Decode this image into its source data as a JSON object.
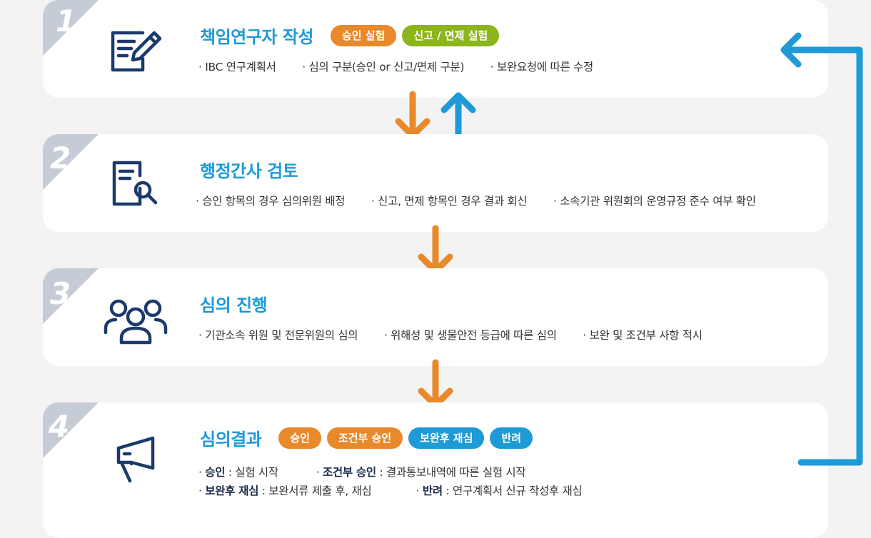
{
  "steps": [
    {
      "number": "1",
      "title": "책임연구자 작성",
      "tags": [
        "승인 실험",
        "신고 / 면제 실험"
      ],
      "bullets": [
        "· IBC 연구계획서",
        "· 심의 구분(승인 or 신고/면제 구분)",
        "· 보완요청에 따른 수정"
      ]
    },
    {
      "number": "2",
      "title": "행정간사 검토",
      "bullets": [
        "· 승인 항목의 경우 심의위원 배정",
        "· 신고, 면제 항목인 경우 결과 회신",
        "· 소속기관 위원회의 운영규정 준수 여부 확인"
      ]
    },
    {
      "number": "3",
      "title": "심의 진행",
      "bullets": [
        "· 기관소속 위원 및 전문위원의 심의",
        "· 위해성 및 생물안전 등급에 따른 심의",
        "· 보완 및 조건부 사항 적시"
      ]
    },
    {
      "number": "4",
      "title": "심의결과",
      "tags": [
        "승인",
        "조건부 승인",
        "보완후 재심",
        "반려"
      ],
      "results": [
        {
          "dot": "· ",
          "term": "승인",
          "desc": " :  실험 시작"
        },
        {
          "dot": "· ",
          "term": "조건부 승인",
          "desc": " : 결과통보내역에 따른 실험 시작"
        },
        {
          "dot": "· ",
          "term": "보완후 재심",
          "desc": " : 보완서류 제출 후, 재심"
        },
        {
          "dot": "· ",
          "term": "반려",
          "desc": " : 연구계획서 신규 작성후 재심"
        }
      ]
    }
  ],
  "colors": {
    "accent_blue": "#1e9ad6",
    "accent_orange": "#e8892b",
    "accent_green": "#8cb51b",
    "icon_navy": "#1b3a6b",
    "number_gray": "#c5ccd6"
  }
}
